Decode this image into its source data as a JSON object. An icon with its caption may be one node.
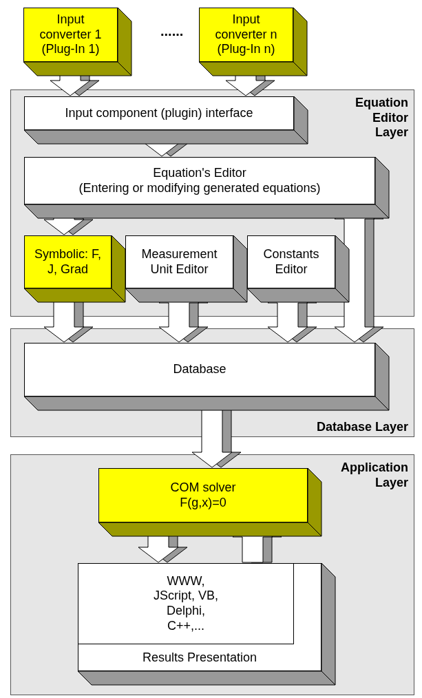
{
  "diagram": {
    "nodes": [
      {
        "text": [
          "Input converter 1 (Plug-In 1)"
        ]
      },
      {
        "text": [
          "Input converter n (Plug-In n)"
        ]
      },
      {
        "text": [
          "Equation Editor Layer"
        ]
      },
      {
        "text": [
          "Input component (plugin) interface"
        ],
        "in": 2
      },
      {
        "text": [
          "Equation's Editor",
          "(Entering or modifying generated equations)"
        ],
        "in": 2
      },
      {
        "text": [
          "Symbolic: F, J, Grad"
        ],
        "in": 2
      },
      {
        "text": [
          "Measurement Unit Editor"
        ],
        "in": 2
      },
      {
        "text": [
          "Constants Editor"
        ],
        "in": 2
      },
      {
        "text": [
          "Database Layer"
        ]
      },
      {
        "text": [
          "Database"
        ],
        "in": 8
      },
      {
        "text": [
          "Application Layer"
        ]
      },
      {
        "text": [
          "COM solver",
          "F(g,x)=0"
        ],
        "in": 10
      },
      {
        "text": [
          "Results Presentation"
        ],
        "in": 10
      },
      {
        "text": [
          "WWW, JScript, VB, Delphi, C++,..."
        ],
        "in": 12
      }
    ],
    "edges": [
      {
        "from": 0,
        "to": 3,
        "arrow": "to"
      },
      {
        "from": 1,
        "to": 3,
        "arrow": "to"
      },
      {
        "from": 3,
        "to": 4,
        "arrow": "to"
      },
      {
        "from": 4,
        "to": 5,
        "arrow": "to"
      },
      {
        "from": 4,
        "to": 9,
        "arrow": "both"
      },
      {
        "from": 5,
        "to": 9,
        "arrow": "to"
      },
      {
        "from": 6,
        "to": 9,
        "arrow": "both"
      },
      {
        "from": 7,
        "to": 9,
        "arrow": "both"
      },
      {
        "from": 9,
        "to": 11,
        "arrow": "to"
      },
      {
        "from": 11,
        "to": 13,
        "arrow": "to"
      },
      {
        "from": 13,
        "to": 11,
        "arrow": "to"
      }
    ],
    "labels": [
      "......"
    ]
  }
}
